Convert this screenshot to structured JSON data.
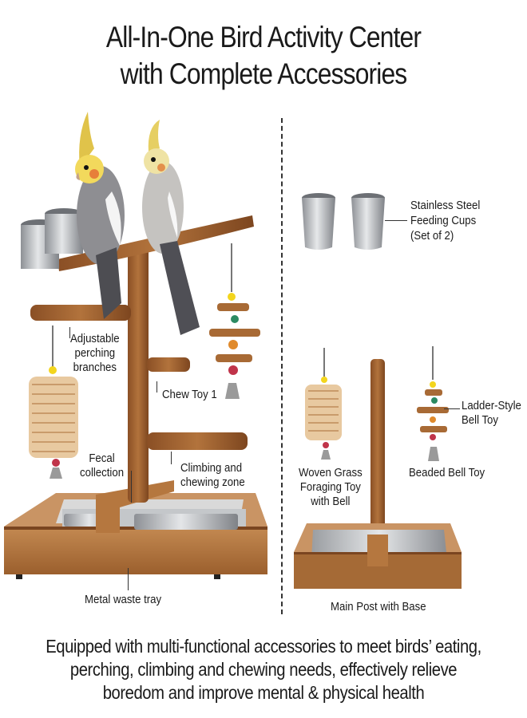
{
  "title": {
    "line1": "All-In-One Bird Activity Center",
    "line2": "with Complete Accessories"
  },
  "left_labels": {
    "adjustable_1": "Adjustable",
    "adjustable_2": "perching",
    "adjustable_3": "branches",
    "chew_toy": "Chew Toy 1",
    "fecal_1": "Fecal",
    "fecal_2": "collection",
    "climbing_1": "Climbing and",
    "climbing_2": "chewing zone",
    "metal_tray": "Metal waste tray"
  },
  "right_labels": {
    "cups_1": "Stainless Steel",
    "cups_2": "Feeding Cups",
    "cups_3": "(Set of 2)",
    "ladder_1": "Ladder-Style",
    "ladder_2": "Bell Toy",
    "woven_1": "Woven Grass",
    "woven_2": "Foraging Toy",
    "woven_3": "with Bell",
    "beaded": "Beaded Bell Toy",
    "main_post": "Main Post with Base"
  },
  "footer": {
    "line1": "Equipped with multi-functional accessories to meet birds’ eating,",
    "line2": "perching, climbing and chewing needs, effectively relieve",
    "line3": "boredom and improve mental & physical health"
  },
  "colors": {
    "wood": "#a0632f",
    "wood_dark": "#7a4520",
    "steel": "#b9bcc0",
    "grass": "#e8c9a0"
  }
}
